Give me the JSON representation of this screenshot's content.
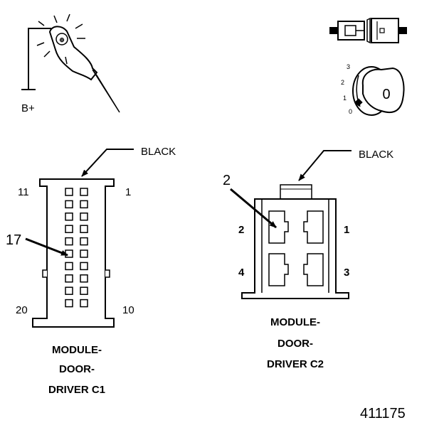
{
  "test_light": {
    "label": "B+"
  },
  "ignition_key": {
    "positions": [
      "3",
      "2",
      "1",
      "0"
    ],
    "key_label": "0"
  },
  "connector_c1": {
    "wire_color": "BLACK",
    "pin_top_left": "11",
    "pin_top_right": "1",
    "pin_bottom_left": "20",
    "pin_bottom_right": "10",
    "callout_pin": "17",
    "title_lines": [
      "MODULE-",
      "DOOR-",
      "DRIVER C1"
    ]
  },
  "connector_c2": {
    "wire_color": "BLACK",
    "callout_pin": "2",
    "pin_2": "2",
    "pin_1": "1",
    "pin_4": "4",
    "pin_3": "3",
    "title_lines": [
      "MODULE-",
      "DOOR-",
      "DRIVER C2"
    ]
  },
  "figure_number": "411175"
}
